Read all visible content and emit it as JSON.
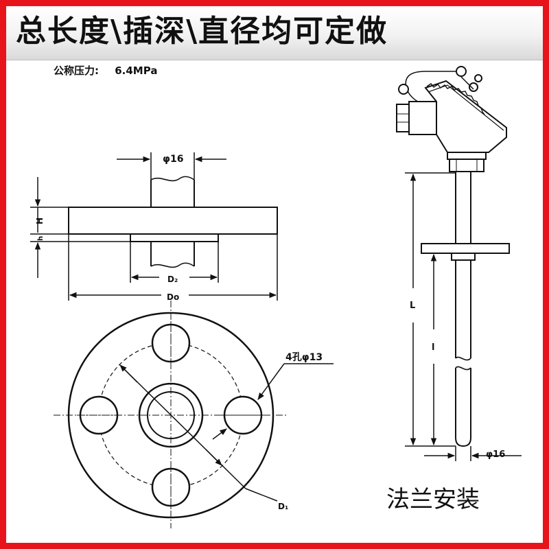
{
  "banner": {
    "title": "总长度\\插深\\直径均可定做"
  },
  "spec": {
    "pressure_label": "公称压力:",
    "pressure_value": "6.4MPa"
  },
  "side_view": {
    "shaft_diameter": "φ16",
    "height_label": "H",
    "step_label": "h",
    "boss_diameter": "D₂",
    "outer_diameter": "Do"
  },
  "top_view": {
    "holes_label": "4孔φ13",
    "bolt_circle": "D₁"
  },
  "thermocouple": {
    "length_total": "L",
    "length_insert": "l",
    "probe_diameter": "φ16"
  },
  "caption": "法兰安装",
  "colors": {
    "frame": "#e8141b",
    "ink": "#111111"
  }
}
